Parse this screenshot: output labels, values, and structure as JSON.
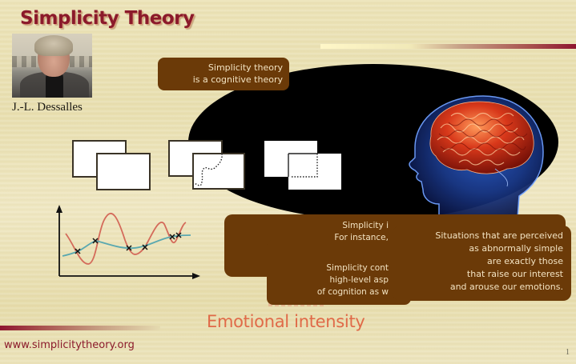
{
  "slide": {
    "title": "Simplicity Theory",
    "author": "J.-L. Dessalles",
    "url": "www.simplicitytheory.org",
    "page_number": "1",
    "colors": {
      "background": "#ebe2b6",
      "title": "#8b1a2b",
      "callout_bg": "#6b3a08",
      "callout_text": "#f3e3c2",
      "emphasis": "#e06a48",
      "ellipse": "#000000"
    }
  },
  "callouts": {
    "top": {
      "line1": "Simplicity theory",
      "line2": "is a cognitive theory"
    },
    "partial": {
      "line1": "Simplicity i",
      "line2": "For instance,",
      "line3": "Simplicity cont",
      "line4": "high-level asp",
      "line5": "of cognition as w"
    },
    "right": {
      "line1": "Situations that are perceived",
      "line2": "as abnormally simple",
      "line3": "are exactly those",
      "line4": "that raise our interest",
      "line5": "and arouse our emotions."
    }
  },
  "emphasis_text": "Emotional intensity",
  "icons": {
    "photo": "portrait-photo",
    "brain": "brain-head-illustration",
    "graph": "curve-fitting-graph-icon",
    "rectangles": "overlapping-rectangles-icon"
  }
}
